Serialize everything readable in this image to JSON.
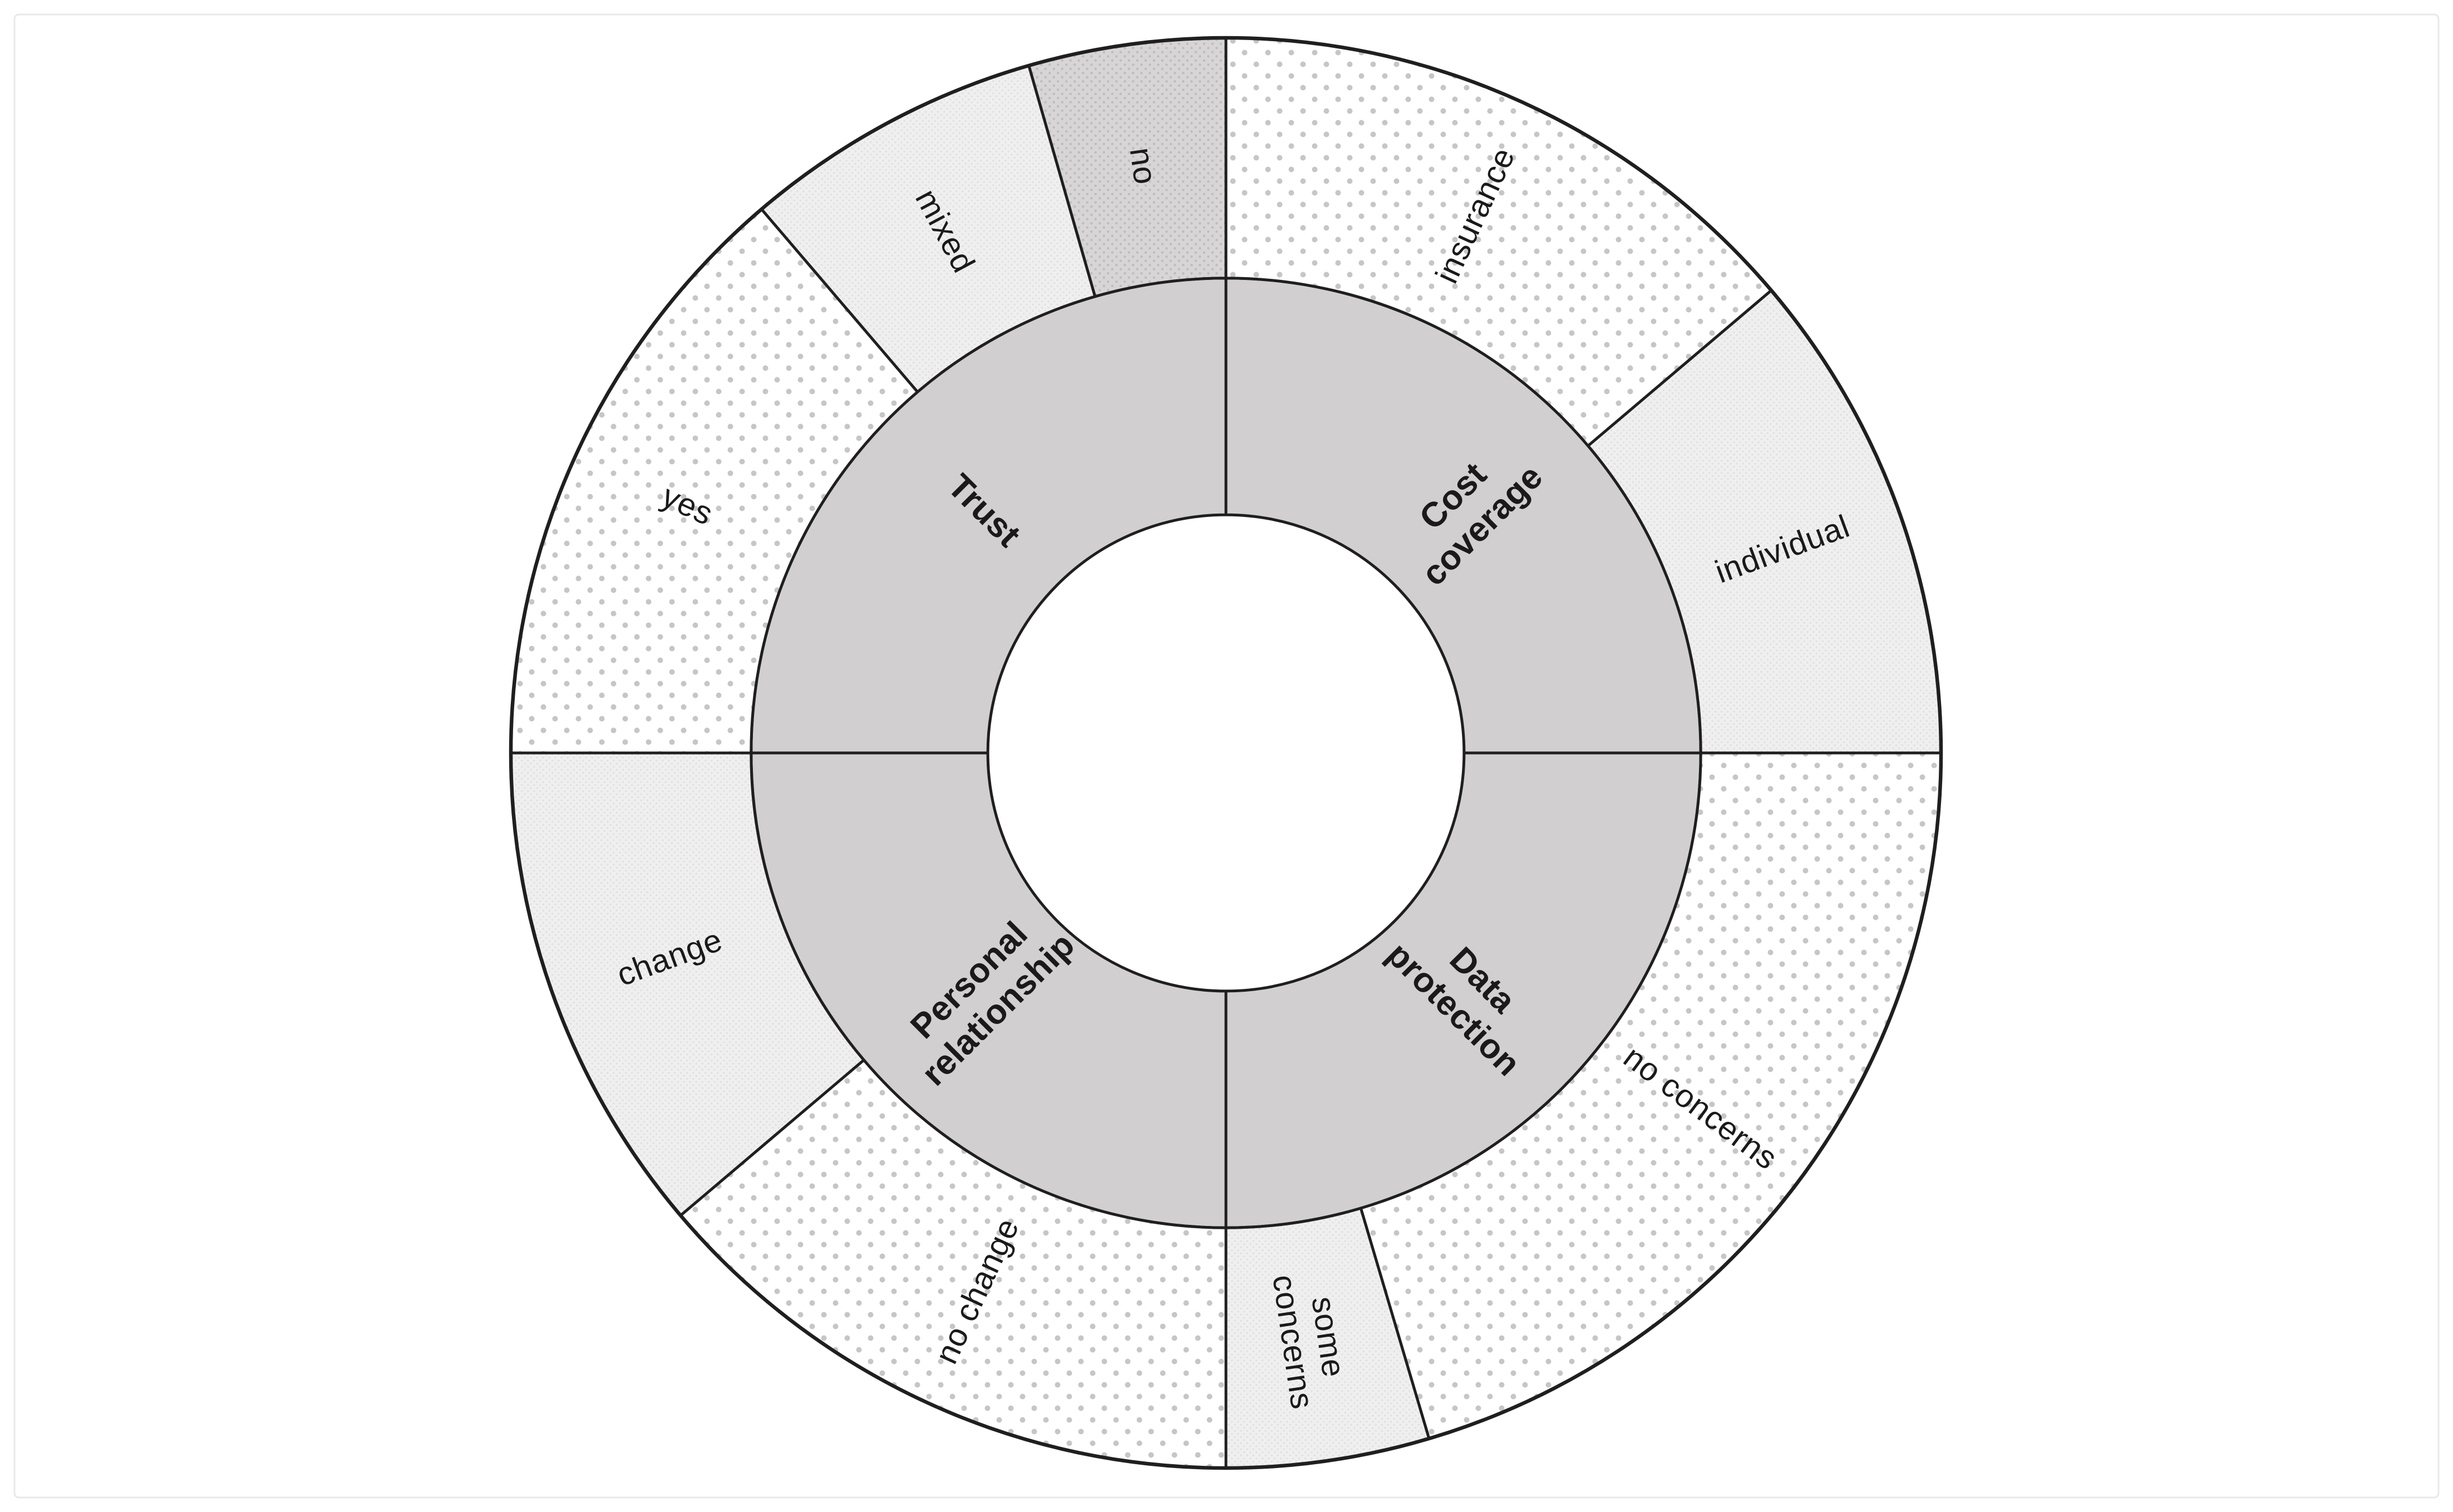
{
  "chart_data": {
    "type": "sunburst",
    "title": "",
    "legend": "none",
    "rings": {
      "count": 2,
      "hole_radius_fraction": 0.333,
      "inner_ring_outer_fraction": 0.664,
      "outer_ring_outer_fraction": 1.0
    },
    "inner_segments": [
      {
        "label": "Cost coverage",
        "lines": [
          "Cost",
          "coverage"
        ],
        "start_deg": 0,
        "end_deg": 90,
        "label_rotation_deg": -45
      },
      {
        "label": "Data protection",
        "lines": [
          "Data",
          "protection"
        ],
        "start_deg": 90,
        "end_deg": 180,
        "label_rotation_deg": 45
      },
      {
        "label": "Personal relationship",
        "lines": [
          "Personal",
          "relationship"
        ],
        "start_deg": 180,
        "end_deg": 270,
        "label_rotation_deg": -45
      },
      {
        "label": "Trust",
        "lines": [
          "Trust"
        ],
        "start_deg": 270,
        "end_deg": 360,
        "label_rotation_deg": 45
      }
    ],
    "outer_segments": [
      {
        "label": "insurance",
        "lines": [
          "insurance"
        ],
        "parent": "Cost coverage",
        "start_deg": 0,
        "end_deg": 49.7,
        "fill_style": "dotted-white",
        "label_rotation_deg": -65.2
      },
      {
        "label": "individual",
        "lines": [
          "individual"
        ],
        "parent": "Cost coverage",
        "start_deg": 49.7,
        "end_deg": 90,
        "fill_style": "fine-light",
        "label_rotation_deg": -20.2
      },
      {
        "label": "no concerns",
        "lines": [
          "no concerns"
        ],
        "parent": "Data protection",
        "start_deg": 90,
        "end_deg": 163.5,
        "fill_style": "dotted-white",
        "label_rotation_deg": 36.8
      },
      {
        "label": "some concerns",
        "lines": [
          "some",
          "concerns"
        ],
        "parent": "Data protection",
        "start_deg": 163.5,
        "end_deg": 180,
        "fill_style": "fine-light",
        "label_rotation_deg": 81.8
      },
      {
        "label": "no change",
        "lines": [
          "no change"
        ],
        "parent": "Personal relationship",
        "start_deg": 180,
        "end_deg": 229.7,
        "fill_style": "dotted-white",
        "label_rotation_deg": -65.2
      },
      {
        "label": "change",
        "lines": [
          "change"
        ],
        "parent": "Personal relationship",
        "start_deg": 229.7,
        "end_deg": 270,
        "fill_style": "fine-light",
        "label_rotation_deg": -20.2
      },
      {
        "label": "yes",
        "lines": [
          "yes"
        ],
        "parent": "Trust",
        "start_deg": 270,
        "end_deg": 319.5,
        "fill_style": "dotted-white",
        "label_rotation_deg": 24.8
      },
      {
        "label": "mixed",
        "lines": [
          "mixed"
        ],
        "parent": "Trust",
        "start_deg": 319.5,
        "end_deg": 344,
        "fill_style": "fine-light",
        "label_rotation_deg": 61.8
      },
      {
        "label": "no",
        "lines": [
          "no"
        ],
        "parent": "Trust",
        "start_deg": 344,
        "end_deg": 360,
        "fill_style": "dotted-gray",
        "label_rotation_deg": 82
      }
    ],
    "colors": {
      "inner_ring_fill": "#d2cfd0",
      "fine_light_bg": "#f0eff0",
      "fine_light_dot": "#e2e1e2",
      "dotted_white_bg": "#ffffff",
      "dotted_white_dot": "#c6c6c6",
      "dotted_gray_bg": "#d7d5d6",
      "dotted_gray_dot": "#bfbcbd",
      "hole_fill": "#ffffff",
      "stroke": "#1f1f1f",
      "text": "#1a1a1a",
      "page_border": "#e8e8e8"
    }
  }
}
